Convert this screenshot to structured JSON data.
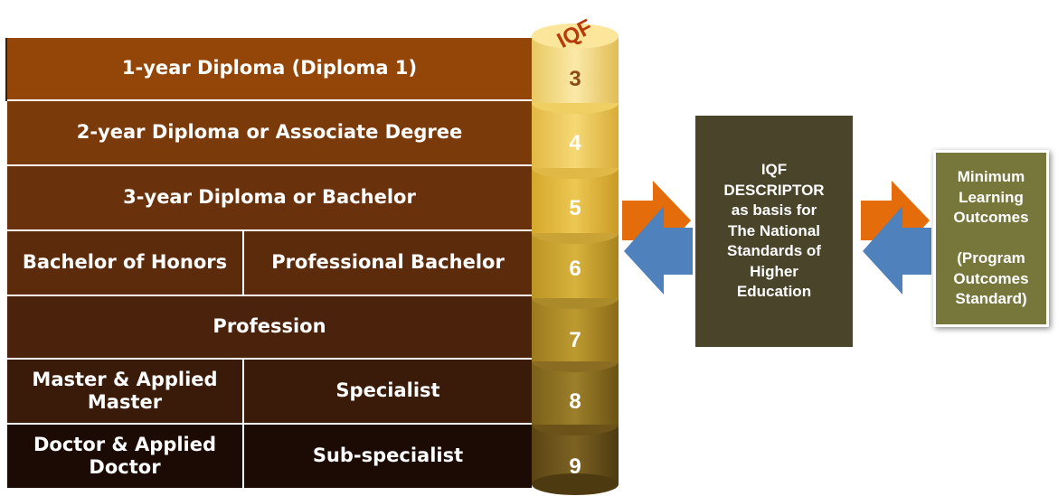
{
  "levels": {
    "r1": "1-year Diploma (Diploma 1)",
    "r2": "2-year Diploma  or Associate Degree",
    "r3": "3-year Diploma or Bachelor",
    "r4a": "Bachelor of Honors",
    "r4b": "Professional Bachelor",
    "r5": "Profession",
    "r6a": "Master & Applied Master",
    "r6b": "Specialist",
    "r7a": "Doctor & Applied Doctor",
    "r7b": "Sub-specialist"
  },
  "cylinder": {
    "label": "IQF",
    "numbers": [
      "3",
      "4",
      "5",
      "6",
      "7",
      "8",
      "9"
    ]
  },
  "descriptor_box": "IQF\nDESCRIPTOR\nas basis for\nThe National\nStandards of\nHigher\nEducation",
  "outcomes_box": "Minimum\nLearning\nOutcomes\n\n(Program\nOutcomes\nStandard)",
  "colors": {
    "orange_arrow": "#e46c0a",
    "blue_arrow": "#4f81bd",
    "descriptor_bg": "#4a452a",
    "outcomes_bg": "#77773c"
  }
}
